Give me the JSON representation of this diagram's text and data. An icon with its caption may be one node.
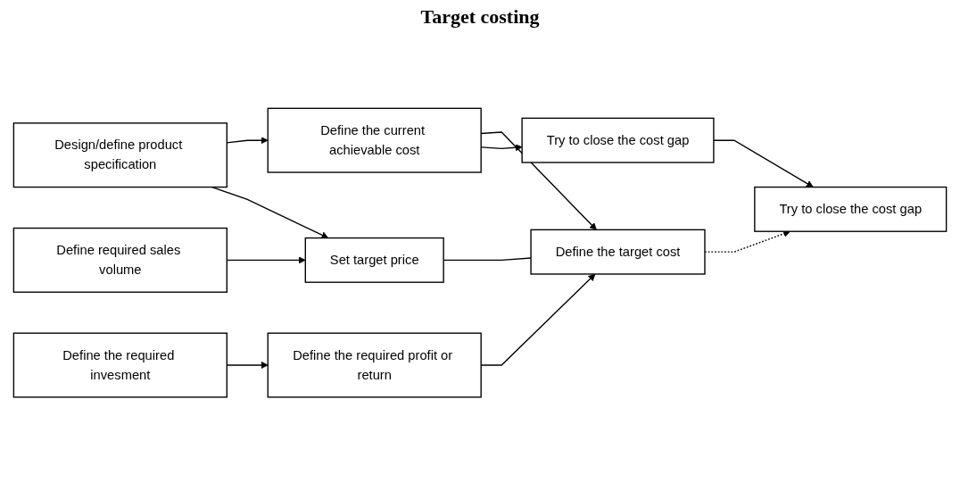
{
  "diagram": {
    "title": "Target costing",
    "nodes": [
      {
        "text": [
          "Define the current achievable cost"
        ]
      },
      {
        "text": [
          "Define the required invesment"
        ]
      },
      {
        "text": [
          "Define the required profit or return"
        ]
      },
      {
        "text": [
          "Try to close the cost gap"
        ]
      },
      {
        "text": [
          "Design/define product specification"
        ]
      },
      {
        "text": [
          "Set target price"
        ]
      },
      {
        "text": [
          "Define the target cost"
        ]
      },
      {
        "text": [
          "Try to close the cost gap"
        ]
      },
      {
        "text": [
          "Define required sales volume"
        ]
      }
    ],
    "edges": [
      {
        "from": 4,
        "to": 0,
        "arrow": "to"
      },
      {
        "from": 4,
        "to": 5,
        "arrow": "to"
      },
      {
        "from": 1,
        "to": 2,
        "arrow": "to"
      },
      {
        "from": 5,
        "to": 6,
        "arrow": "none"
      },
      {
        "from": 2,
        "to": 6,
        "arrow": "to"
      },
      {
        "from": 0,
        "to": 6,
        "arrow": "to"
      },
      {
        "from": 0,
        "to": 3,
        "arrow": "to"
      },
      {
        "from": 3,
        "to": 7,
        "arrow": "to"
      },
      {
        "from": 6,
        "to": 7,
        "arrow": "to",
        "style": "dashed"
      },
      {
        "from": 8,
        "to": 5,
        "arrow": "to"
      }
    ]
  }
}
